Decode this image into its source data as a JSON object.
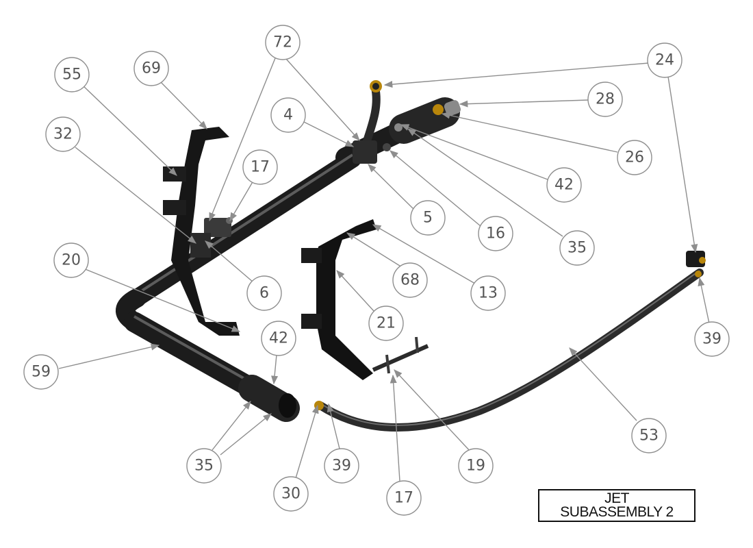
{
  "title_block": {
    "line1": "JET",
    "line2": "SUBASSEMBLY 2"
  },
  "balloons": [
    {
      "id": "b72",
      "label": "72"
    },
    {
      "id": "b24",
      "label": "24"
    },
    {
      "id": "b55",
      "label": "55"
    },
    {
      "id": "b69",
      "label": "69"
    },
    {
      "id": "b4",
      "label": "4"
    },
    {
      "id": "b28",
      "label": "28"
    },
    {
      "id": "b32",
      "label": "32"
    },
    {
      "id": "b17a",
      "label": "17"
    },
    {
      "id": "b26",
      "label": "26"
    },
    {
      "id": "b42a",
      "label": "42"
    },
    {
      "id": "b5",
      "label": "5"
    },
    {
      "id": "b16",
      "label": "16"
    },
    {
      "id": "b35a",
      "label": "35"
    },
    {
      "id": "b20",
      "label": "20"
    },
    {
      "id": "b68",
      "label": "68"
    },
    {
      "id": "b13",
      "label": "13"
    },
    {
      "id": "b6",
      "label": "6"
    },
    {
      "id": "b21",
      "label": "21"
    },
    {
      "id": "b39a",
      "label": "39"
    },
    {
      "id": "b42b",
      "label": "42"
    },
    {
      "id": "b59",
      "label": "59"
    },
    {
      "id": "b53",
      "label": "53"
    },
    {
      "id": "b35b",
      "label": "35"
    },
    {
      "id": "b39b",
      "label": "39"
    },
    {
      "id": "b19",
      "label": "19"
    },
    {
      "id": "b30",
      "label": "30"
    },
    {
      "id": "b17b",
      "label": "17"
    }
  ],
  "colors": {
    "part": "#1e1e1e",
    "part_highlight": "#5a5a5a",
    "leader": "#8e8e8e",
    "brass": "#b8860b"
  }
}
